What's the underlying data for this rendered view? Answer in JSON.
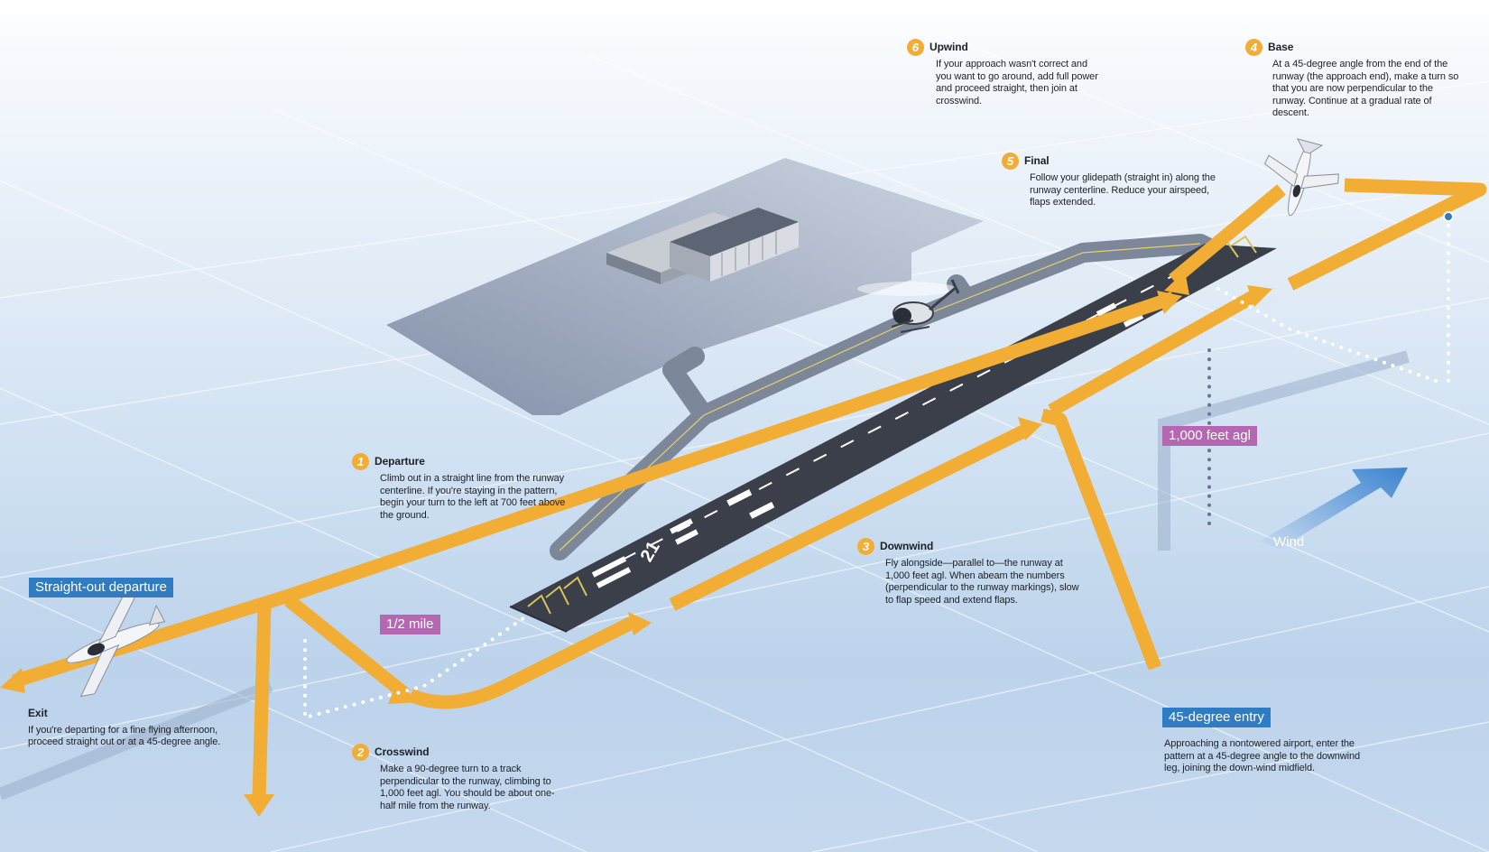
{
  "callouts": {
    "departure": {
      "number": "1",
      "title": "Departure",
      "text": "Climb out in a straight line from the runway centerline. If you're staying in the pattern, begin your turn to the left at 700 feet above the ground."
    },
    "crosswind": {
      "number": "2",
      "title": "Crosswind",
      "text": "Make a 90-degree turn to a track perpendicular to the runway, climbing to 1,000 feet agl. You should be about one-half mile from the runway."
    },
    "downwind": {
      "number": "3",
      "title": "Downwind",
      "text": "Fly alongside—parallel to—the runway at 1,000 feet agl. When abeam the numbers (perpendicular to the runway markings), slow to flap speed and extend flaps."
    },
    "base": {
      "number": "4",
      "title": "Base",
      "text": "At a 45-degree angle from the end of the runway (the approach end), make a turn so that you are now perpendicular to the runway. Continue at a gradual rate of descent."
    },
    "final": {
      "number": "5",
      "title": "Final",
      "text": "Follow your glidepath (straight in) along the runway centerline. Reduce your airspeed, flaps extended."
    },
    "upwind": {
      "number": "6",
      "title": "Upwind",
      "text": "If your approach wasn't correct and you want to go around, add full power and proceed straight, then join at crosswind."
    },
    "exit": {
      "title": "Exit",
      "text": "If you're departing for a fine flying afternoon, proceed straight out or at a 45-degree angle."
    },
    "entry45": {
      "text": "Approaching a nontowered airport, enter the pattern at a 45-degree angle to the downwind leg, joining the down-wind midfield."
    }
  },
  "tags": {
    "straight_out": "Straight-out departure",
    "entry45": "45-degree entry",
    "half_mile": "1/2 mile",
    "altitude": "1,000 feet agl"
  },
  "wind_label": "Wind",
  "runway_number": "21",
  "colors": {
    "path": "#f1ad34",
    "tag_blue": "#2f7cc2",
    "tag_purple": "#b567b1",
    "runway": "#3a3f4a",
    "apron": "#8a96ad",
    "wind": "#3b83d0"
  }
}
